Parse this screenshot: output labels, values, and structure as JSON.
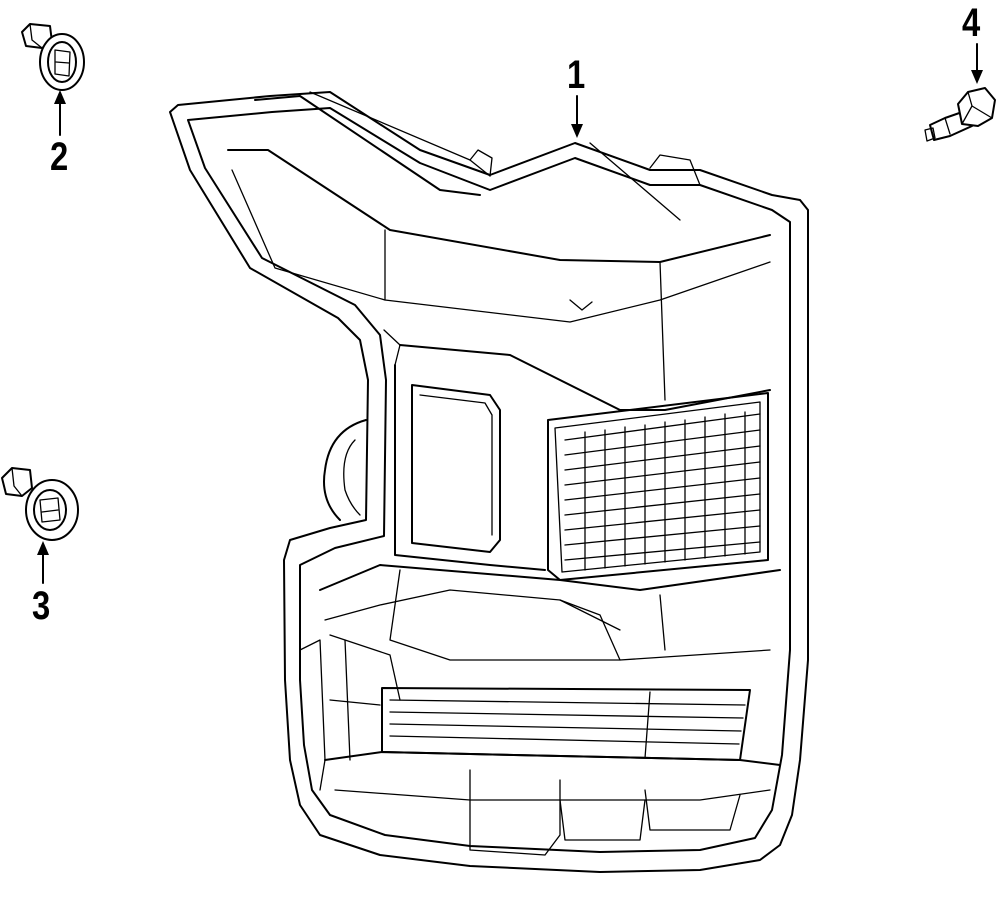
{
  "diagram": {
    "callouts": [
      {
        "id": "tail-lamp-assembly",
        "label": "1"
      },
      {
        "id": "push-clip-upper",
        "label": "2"
      },
      {
        "id": "push-clip-lower",
        "label": "3"
      },
      {
        "id": "mounting-bolt",
        "label": "4"
      }
    ],
    "colors": {
      "line": "#000000",
      "background": "#ffffff"
    },
    "icons": [
      "tail-lamp-icon",
      "push-clip-icon",
      "bolt-icon",
      "arrow-icon"
    ]
  }
}
